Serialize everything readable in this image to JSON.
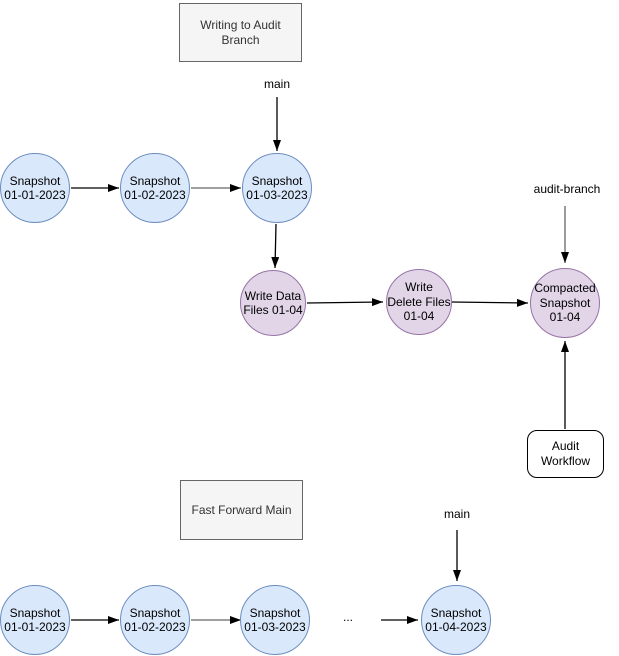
{
  "colors": {
    "snapshot_fill": "#dae8fc",
    "snapshot_stroke": "#6c8ebf",
    "process_fill": "#e1d5e7",
    "process_stroke": "#9673a6",
    "titlebox_fill": "#f5f5f5",
    "titlebox_stroke": "#666666",
    "titlebox_text": "#333333",
    "edge_black": "#000000",
    "edge_gray": "#666666"
  },
  "section_audit": {
    "title": "Writing to Audit\nBranch",
    "main_label": "main",
    "audit_branch_label": "audit-branch",
    "snapshots": {
      "s1": "Snapshot\n01-01-2023",
      "s2": "Snapshot\n01-02-2023",
      "s3": "Snapshot\n01-03-2023"
    },
    "write_data": "Write Data\nFiles 01-04",
    "write_delete": "Write\nDelete Files\n01-04",
    "compacted": "Compacted\nSnapshot\n01-04",
    "audit_workflow": "Audit\nWorkflow"
  },
  "section_fast_forward": {
    "title": "Fast Forward Main",
    "main_label": "main",
    "ellipsis": "...",
    "snapshots": {
      "s1": "Snapshot\n01-01-2023",
      "s2": "Snapshot\n01-02-2023",
      "s3": "Snapshot\n01-03-2023",
      "s4": "Snapshot\n01-04-2023"
    }
  }
}
